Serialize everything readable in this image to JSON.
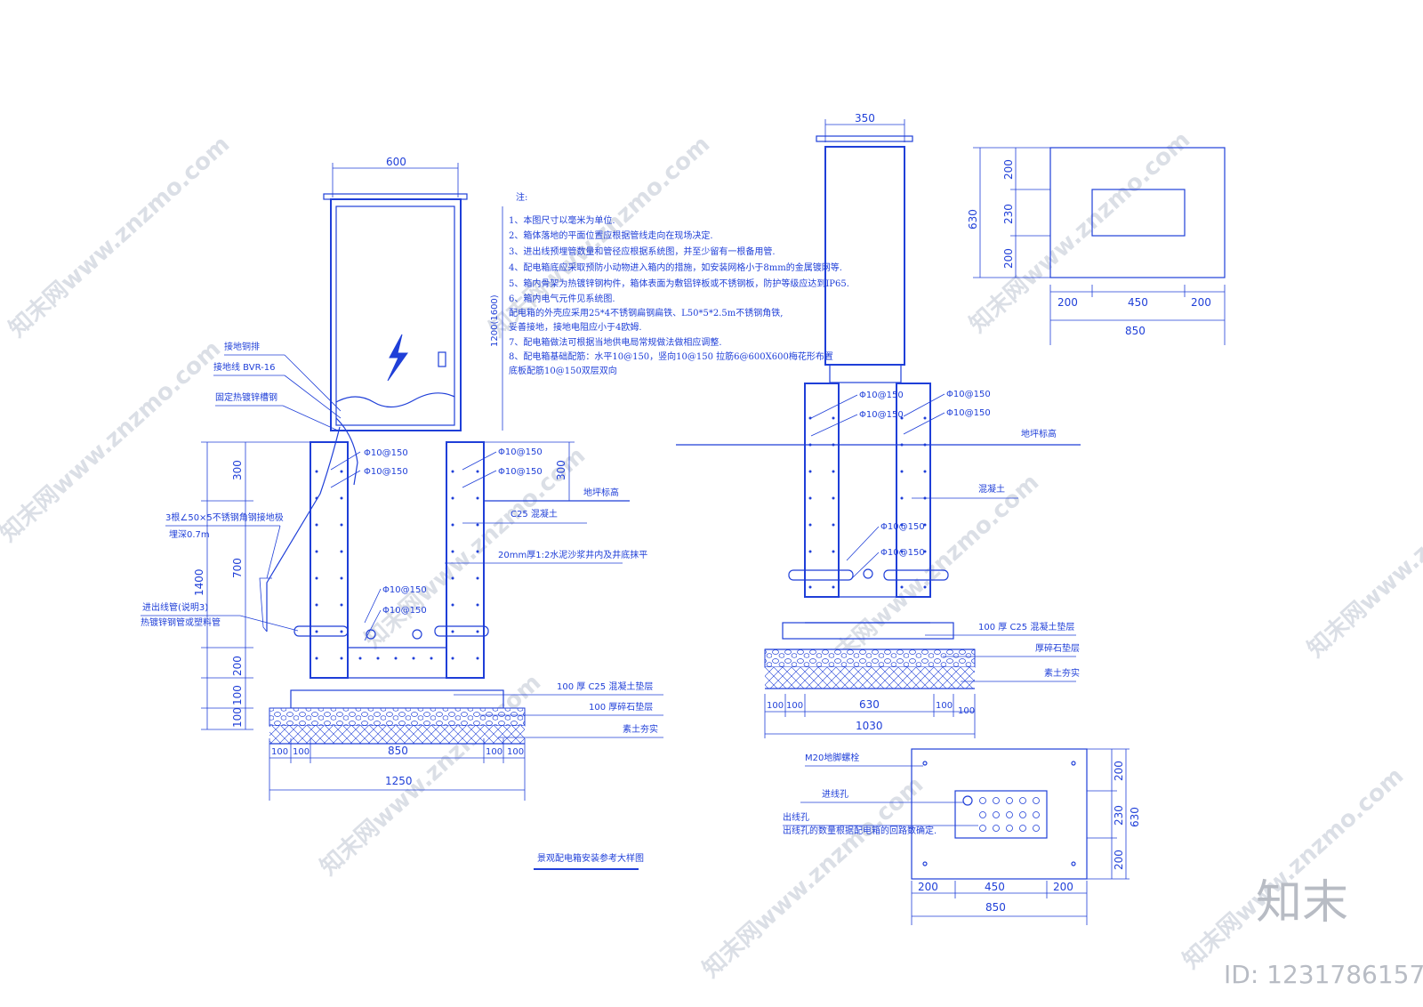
{
  "left_elevation": {
    "top_width": "600",
    "height_label": "1200(1600)",
    "left_callouts": {
      "grounding_bar": "接地铜排",
      "grounding_wire": "接地线 BVR-16",
      "galv_channel": "固定热镀锌槽钢",
      "angle_steel_1": "3根∠50×5不锈钢角钢接地极",
      "angle_steel_2": "埋深0.7m",
      "conduit_1": "进出线管(说明3)",
      "conduit_2": "热镀锌钢管或塑料管"
    },
    "rebar_labels": [
      "Φ10@150",
      "Φ10@150",
      "Φ10@150",
      "Φ10@150",
      "Φ10@150",
      "Φ10@150"
    ],
    "right_callouts": {
      "ground_level": "地坪标高",
      "concrete": "C25  混凝土",
      "plaster": "20mm厚1:2水泥沙浆井内及井底抹平",
      "cushion": "100  厚 C25  混凝土垫层",
      "gravel": "100  厚碎石垫层",
      "soil": "素土夯实"
    },
    "v_dims": [
      "300",
      "1400",
      "700",
      "200",
      "100",
      "100",
      "300"
    ],
    "h_dims_bottom": [
      "100",
      "100",
      "850",
      "100",
      "100"
    ],
    "total_width": "1250"
  },
  "notes": {
    "heading": "注:",
    "lines": [
      "1、本图尺寸以毫米为单位.",
      "2、箱体落地的平面位置应根据管线走向在现场决定.",
      "3、进出线预埋管数量和管径应根据系统图，并至少留有一根备用管.",
      "4、配电箱底应采取预防小动物进入箱内的措施，如安装网格小于8mm的金属镀网等.",
      "5、箱内骨架为热镀锌钢构件，箱体表面为敷铝锌板或不锈钢板，防护等级应达到IP65.",
      "6、箱内电气元件见系统图.",
      "   配电箱的外壳应采用25*4不锈钢扁钢扁铁、L50*5*2.5m不锈钢角铁,",
      "   妥善接地，接地电阻应小于4欧姆.",
      "7、配电箱做法可根据当地供电局常规做法做相应调整.",
      "8、配电箱基础配筋：水平10@150，竖向10@150 拉筋6@600X600梅花形布置",
      "   底板配筋10@150双层双向"
    ]
  },
  "title": "景观配电箱安装参考大样图",
  "side_elevation": {
    "top_width": "350",
    "rebar_labels": [
      "Φ10@150",
      "Φ10@150",
      "Φ10@150",
      "Φ10@150",
      "Φ10@150",
      "Φ10@150"
    ],
    "callouts": {
      "ground_level": "地坪标高",
      "concrete": "混凝土",
      "cushion": "100  厚 C25  混凝土垫层",
      "gravel": "厚碎石垫层",
      "soil": "素土夯实"
    },
    "h_dims_bottom": [
      "100",
      "100",
      "630",
      "100",
      "100"
    ],
    "total_width": "1030"
  },
  "top_plan": {
    "v_dims": [
      "200",
      "230",
      "200"
    ],
    "v_total": "630",
    "h_dims": [
      "200",
      "450",
      "200"
    ],
    "h_total": "850"
  },
  "base_plan": {
    "anchor_bolt": "M20地脚螺栓",
    "inlet": "进线孔",
    "outlet": "出线孔",
    "outlet_note": "出线孔的数量根据配电箱的回路数确定.",
    "v_dims": [
      "200",
      "230",
      "200"
    ],
    "v_total": "630",
    "h_dims": [
      "200",
      "450",
      "200"
    ],
    "h_total": "850"
  },
  "watermark": {
    "text": "知末网www.znzmo.com",
    "logo": "知末",
    "id_text": "ID: 1231786157"
  },
  "colors": {
    "line": "#1f3fd8",
    "watermark": "#9aa4b8"
  }
}
